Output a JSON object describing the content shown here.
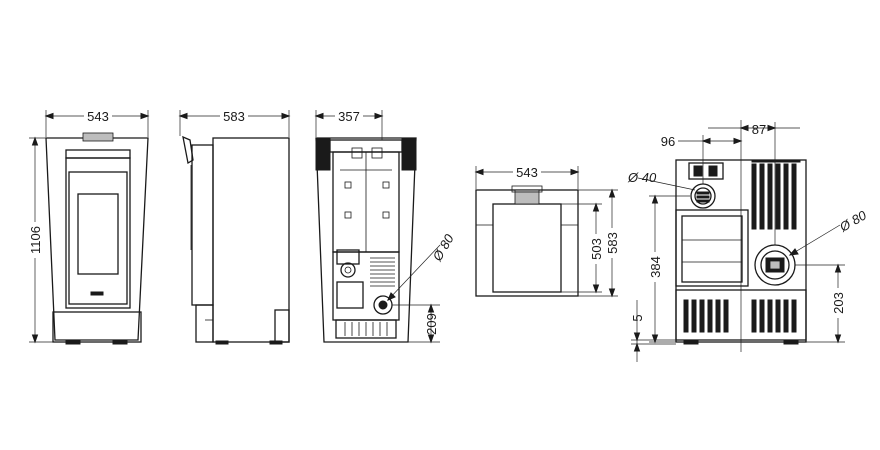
{
  "dimensions": {
    "front_width": "543",
    "front_height": "1106",
    "side_depth": "583",
    "back_width": "357",
    "back_flue_diameter": "Ø 80",
    "back_flue_height": "209",
    "top_width": "543",
    "top_depth_outer": "583",
    "top_depth_inner": "503",
    "rear_offset_left": "96",
    "rear_offset_right": "87",
    "rear_air_diameter": "Ø 40",
    "rear_flue_diameter": "Ø 80",
    "rear_air_height": "384",
    "rear_flue_height": "203",
    "rear_foot_height": "5"
  }
}
